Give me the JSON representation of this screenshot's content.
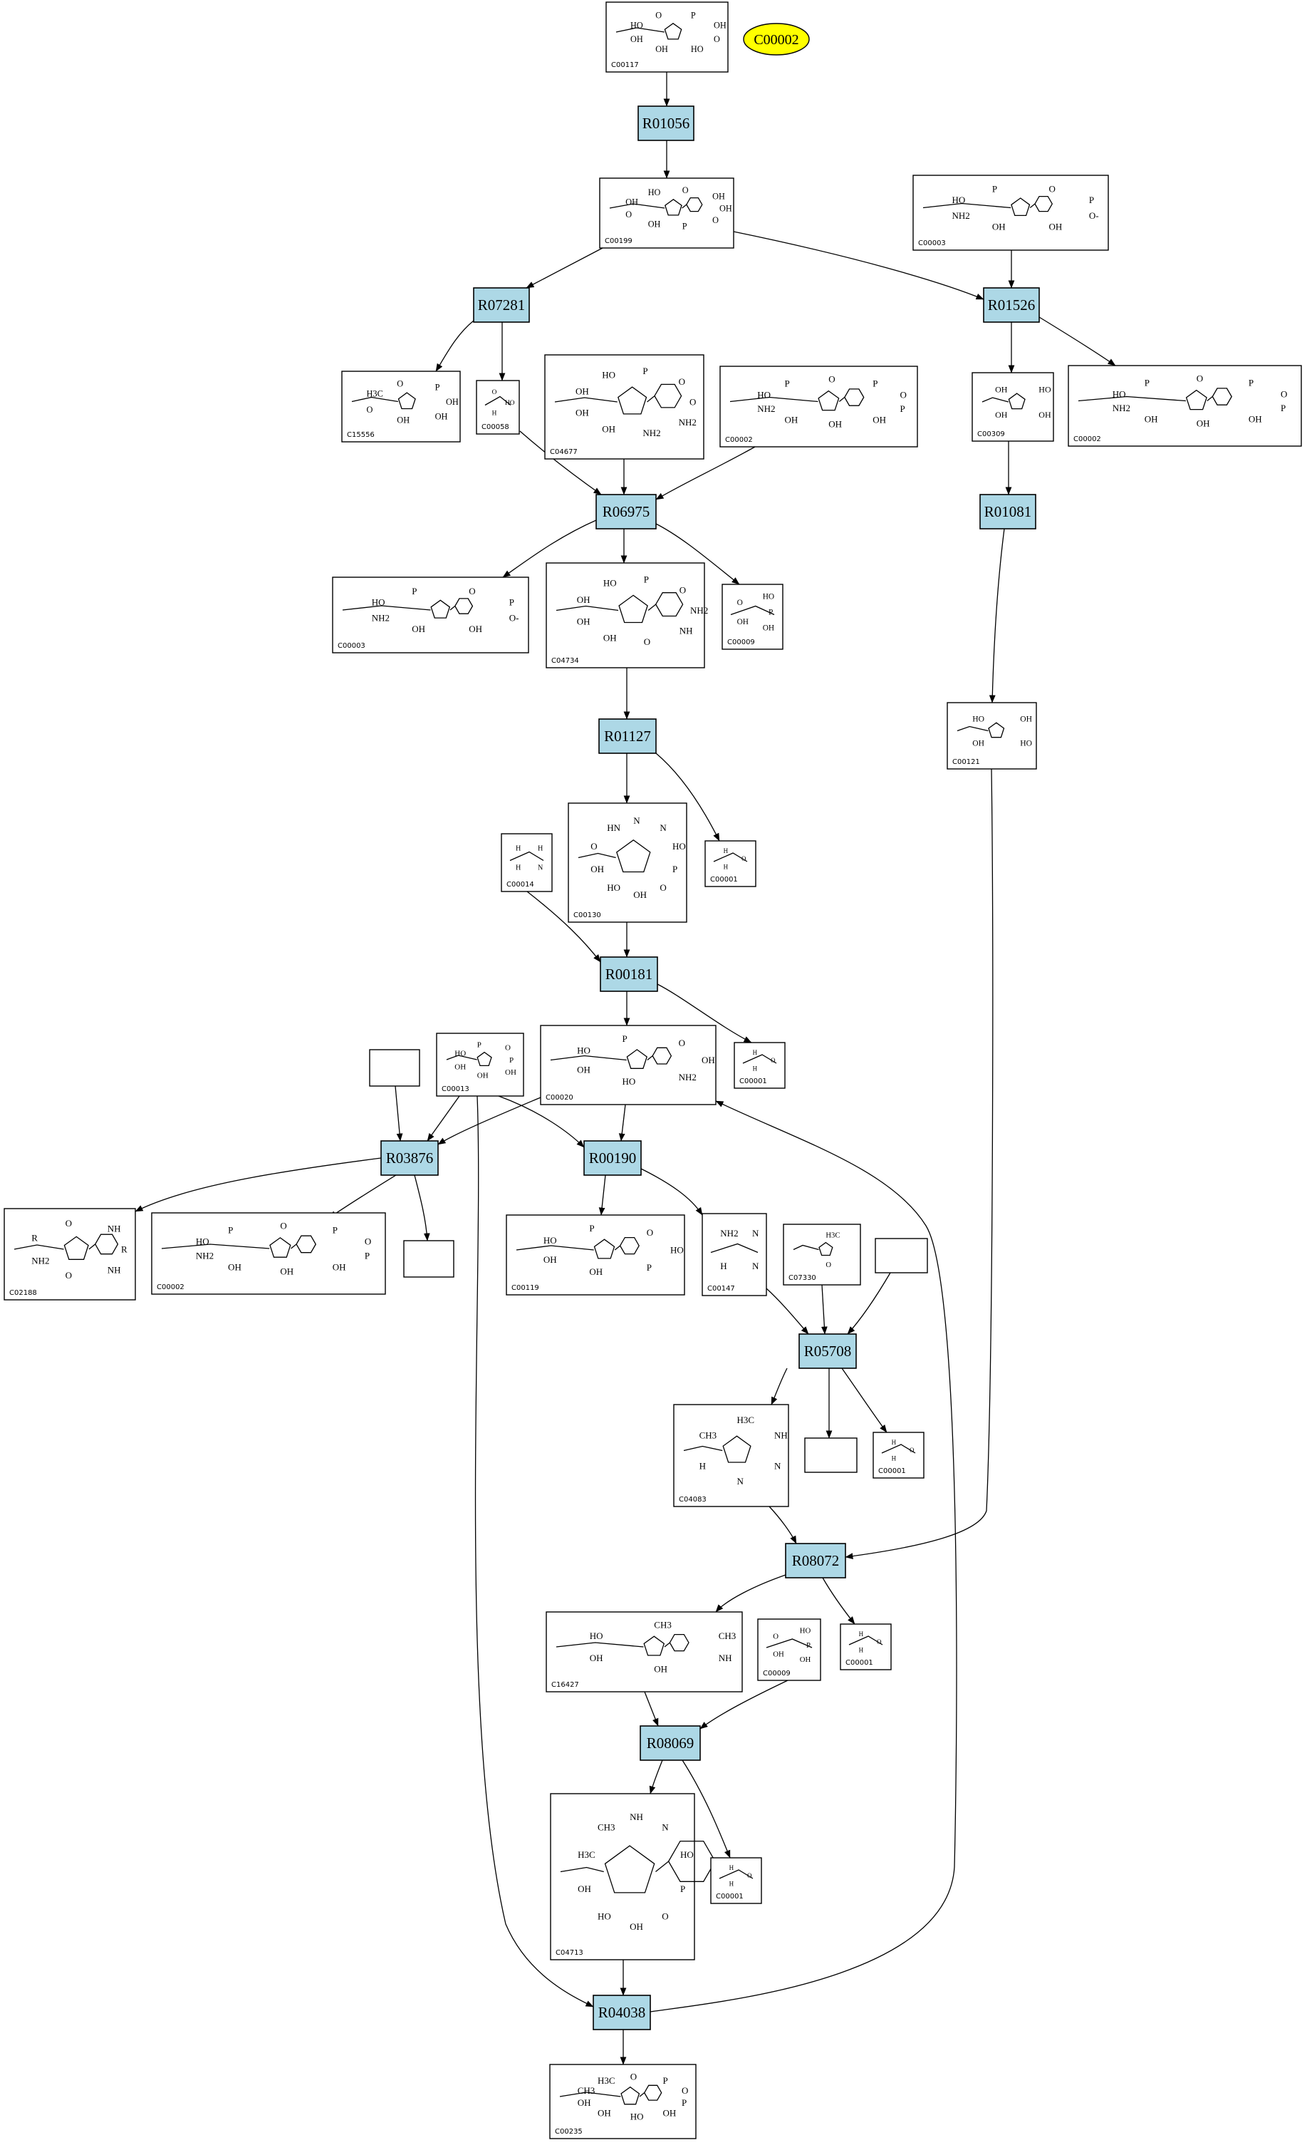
{
  "highlight": {
    "id": "C00002",
    "color": "#ffff00"
  },
  "colors": {
    "reaction_fill": "#add8e6",
    "compound_fill": "#ffffff",
    "stroke": "#000000"
  },
  "reactions": [
    "R01056",
    "R07281",
    "R01526",
    "R06975",
    "R01081",
    "R01127",
    "R00181",
    "R03876",
    "R00190",
    "R05708",
    "R08072",
    "R08069",
    "R04038"
  ],
  "compounds": [
    {
      "key": "c00117",
      "id": "C00117",
      "labels": [
        "HO",
        "O",
        "P",
        "OH",
        "O",
        "HO",
        "OH",
        "OH"
      ]
    },
    {
      "key": "c00199",
      "id": "C00199",
      "labels": [
        "OH",
        "HO",
        "O",
        "OH",
        "OH",
        "O",
        "P",
        "OH",
        "O"
      ]
    },
    {
      "key": "c00003_top",
      "id": "C00003",
      "labels": [
        "HO",
        "P",
        "O",
        "P",
        "O-",
        "OH",
        "OH",
        "NH2"
      ]
    },
    {
      "key": "c15556",
      "id": "C15556",
      "labels": [
        "H3C",
        "O",
        "P",
        "OH",
        "OH",
        "OH",
        "O"
      ]
    },
    {
      "key": "c00058",
      "id": "C00058",
      "labels": [
        "O",
        "HO",
        "H"
      ]
    },
    {
      "key": "c04677",
      "id": "C04677",
      "labels": [
        "OH",
        "HO",
        "P",
        "O",
        "O",
        "NH2",
        "NH2",
        "OH",
        "OH"
      ]
    },
    {
      "key": "c00002_mid",
      "id": "C00002",
      "labels": [
        "HO",
        "P",
        "O",
        "P",
        "O",
        "P",
        "OH",
        "OH",
        "OH",
        "NH2"
      ]
    },
    {
      "key": "c00309",
      "id": "C00309",
      "labels": [
        "OH",
        "HO",
        "OH",
        "OH"
      ]
    },
    {
      "key": "c00002_right",
      "id": "C00002",
      "labels": [
        "HO",
        "P",
        "O",
        "P",
        "O",
        "P",
        "OH",
        "OH",
        "OH",
        "NH2"
      ]
    },
    {
      "key": "c00003_mid",
      "id": "C00003",
      "labels": [
        "HO",
        "P",
        "O",
        "P",
        "O-",
        "OH",
        "OH",
        "NH2"
      ]
    },
    {
      "key": "c04734",
      "id": "C04734",
      "labels": [
        "OH",
        "HO",
        "P",
        "O",
        "NH2",
        "NH",
        "O",
        "OH",
        "OH"
      ]
    },
    {
      "key": "c00009_a",
      "id": "C00009",
      "labels": [
        "O",
        "HO",
        "P",
        "OH",
        "OH"
      ]
    },
    {
      "key": "c00121",
      "id": "C00121",
      "labels": [
        "HO",
        "OH",
        "HO",
        "OH"
      ]
    },
    {
      "key": "c00130",
      "id": "C00130",
      "labels": [
        "O",
        "HN",
        "N",
        "N",
        "HO",
        "P",
        "O",
        "OH",
        "HO",
        "OH"
      ]
    },
    {
      "key": "c00014",
      "id": "C00014",
      "labels": [
        "H",
        "H",
        "N",
        "H"
      ]
    },
    {
      "key": "c00001_a",
      "id": "C00001",
      "labels": [
        "H",
        "O",
        "H"
      ]
    },
    {
      "key": "c00020",
      "id": "C00020",
      "labels": [
        "HO",
        "P",
        "O",
        "OH",
        "NH2",
        "HO",
        "OH"
      ]
    },
    {
      "key": "c00013",
      "id": "C00013",
      "labels": [
        "HO",
        "P",
        "O",
        "P",
        "OH",
        "OH",
        "OH"
      ]
    },
    {
      "key": "c00001_b",
      "id": "C00001",
      "labels": [
        "H",
        "O",
        "H"
      ]
    },
    {
      "key": "c02188",
      "id": "C02188",
      "labels": [
        "R",
        "O",
        "NH",
        "R",
        "NH",
        "O",
        "NH2"
      ]
    },
    {
      "key": "c00002_low",
      "id": "C00002",
      "labels": [
        "HO",
        "P",
        "O",
        "P",
        "O",
        "P",
        "OH",
        "OH",
        "OH",
        "NH2"
      ]
    },
    {
      "key": "c00119",
      "id": "C00119",
      "labels": [
        "HO",
        "P",
        "O",
        "HO",
        "P",
        "OH",
        "OH"
      ]
    },
    {
      "key": "c00147",
      "id": "C00147",
      "labels": [
        "NH2",
        "N",
        "N",
        "H"
      ]
    },
    {
      "key": "c07330",
      "id": "C07330",
      "labels": [
        "H3C",
        "O"
      ]
    },
    {
      "key": "c04083",
      "id": "C04083",
      "labels": [
        "CH3",
        "H3C",
        "NH",
        "N",
        "N",
        "H"
      ]
    },
    {
      "key": "c00001_c",
      "id": "C00001",
      "labels": [
        "H",
        "O",
        "H"
      ]
    },
    {
      "key": "c16427",
      "id": "C16427",
      "labels": [
        "HO",
        "CH3",
        "CH3",
        "NH",
        "OH",
        "OH"
      ]
    },
    {
      "key": "c00009_b",
      "id": "C00009",
      "labels": [
        "O",
        "HO",
        "P",
        "OH",
        "OH"
      ]
    },
    {
      "key": "c00001_d",
      "id": "C00001",
      "labels": [
        "H",
        "O",
        "H"
      ]
    },
    {
      "key": "c04713",
      "id": "C04713",
      "labels": [
        "H3C",
        "CH3",
        "NH",
        "N",
        "HO",
        "P",
        "O",
        "OH",
        "HO",
        "OH"
      ]
    },
    {
      "key": "c00001_e",
      "id": "C00001",
      "labels": [
        "H",
        "O",
        "H"
      ]
    },
    {
      "key": "c00235",
      "id": "C00235",
      "labels": [
        "CH3",
        "H3C",
        "O",
        "P",
        "O",
        "P",
        "OH",
        "HO",
        "OH",
        "OH"
      ]
    }
  ]
}
